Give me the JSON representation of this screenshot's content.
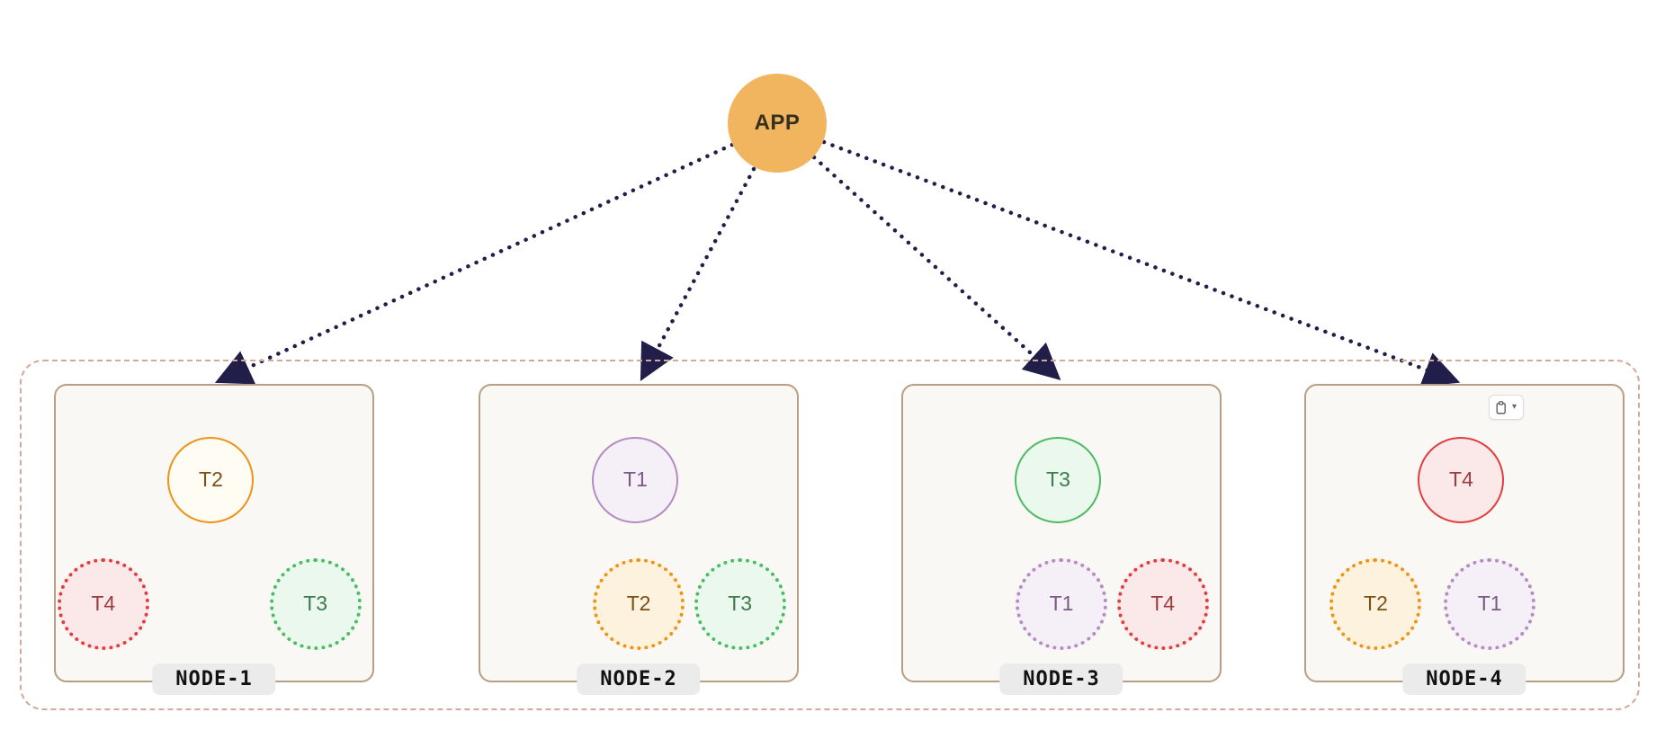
{
  "app": {
    "label": "APP"
  },
  "nodes": [
    {
      "label": "NODE-1",
      "has_copy_button": false,
      "tablets": [
        {
          "label": "T2",
          "variant": "solid",
          "color": "orange",
          "slot": "top"
        },
        {
          "label": "T4",
          "variant": "dotted",
          "color": "red",
          "slot": "bottom-left"
        },
        {
          "label": "T3",
          "variant": "dotted",
          "color": "green",
          "slot": "bottom-right"
        }
      ]
    },
    {
      "label": "NODE-2",
      "has_copy_button": false,
      "tablets": [
        {
          "label": "T1",
          "variant": "solid",
          "color": "purple",
          "slot": "top"
        },
        {
          "label": "T2",
          "variant": "dotted",
          "color": "orange",
          "slot": "bottom-mid"
        },
        {
          "label": "T3",
          "variant": "dotted",
          "color": "green",
          "slot": "bottom-right"
        }
      ]
    },
    {
      "label": "NODE-3",
      "has_copy_button": false,
      "tablets": [
        {
          "label": "T3",
          "variant": "solid",
          "color": "green",
          "slot": "top"
        },
        {
          "label": "T1",
          "variant": "dotted",
          "color": "purple",
          "slot": "bottom-mid"
        },
        {
          "label": "T4",
          "variant": "dotted",
          "color": "red",
          "slot": "bottom-right"
        }
      ]
    },
    {
      "label": "NODE-4",
      "has_copy_button": true,
      "tablets": [
        {
          "label": "T4",
          "variant": "solid",
          "color": "red",
          "slot": "top"
        },
        {
          "label": "T2",
          "variant": "dotted",
          "color": "orange",
          "slot": "bottom-left-2"
        },
        {
          "label": "T1",
          "variant": "dotted",
          "color": "purple",
          "slot": "bottom-mid-2"
        }
      ]
    }
  ],
  "connections": [
    "NODE-1",
    "NODE-2",
    "NODE-3",
    "NODE-4"
  ],
  "copy_button": {
    "icon": "clipboard-icon",
    "chevron": "▾"
  },
  "palette": {
    "app_fill": "#f1b55f",
    "arrow": "#211e4a",
    "container_border": "#d2a99b",
    "node_fill": "#faf8f4",
    "node_border": "#b79e84",
    "pill_bg": "#ebebeb",
    "orange": {
      "border": "#ee9317",
      "fill": "#fffcf4",
      "fill_dotted": "#fcf2dd",
      "text": "#7d5015"
    },
    "red": {
      "border": "#e03e3e",
      "fill": "#fbe9ea",
      "text": "#9d3c3c"
    },
    "green": {
      "border": "#4cbb63",
      "fill": "#eaf8ee",
      "text": "#3f7a4c"
    },
    "purple": {
      "border": "#b58cc0",
      "fill": "#f5eff7",
      "text": "#7a5a85"
    }
  }
}
